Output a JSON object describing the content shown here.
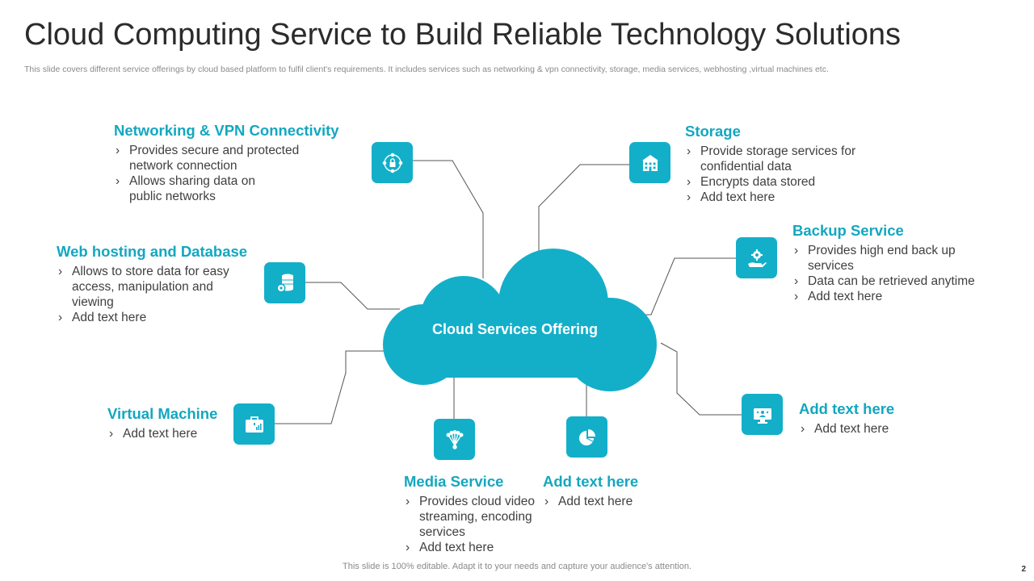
{
  "title": "Cloud Computing Service to Build Reliable Technology Solutions",
  "subtitle": "This slide covers different service offerings by cloud based platform to fulfil client's requirements. It includes services such as networking & vpn connectivity, storage, media services, webhosting ,virtual machines etc.",
  "center_label": "Cloud Services Offering",
  "accent_color": "#13afc9",
  "blocks": {
    "networking": {
      "title": "Networking & VPN Connectivity",
      "icon": "network-lock-icon",
      "items": [
        "Provides secure and protected network connection",
        "Allows sharing data on public networks"
      ]
    },
    "storage": {
      "title": "Storage",
      "icon": "building-icon",
      "items": [
        "Provide storage services for confidential data",
        "Encrypts data stored",
        "Add text here"
      ]
    },
    "backup": {
      "title": "Backup Service",
      "icon": "hand-gear-icon",
      "items": [
        "Provides high end back up services",
        "Data can be retrieved anytime",
        "Add text here"
      ]
    },
    "webhosting": {
      "title": "Web hosting and Database",
      "icon": "database-gear-icon",
      "items": [
        "Allows to store data for easy access, manipulation and viewing",
        "Add text here"
      ]
    },
    "vm": {
      "title": "Virtual Machine",
      "icon": "briefcase-chart-icon",
      "items": [
        "Add text here"
      ]
    },
    "media": {
      "title": "Media Service",
      "icon": "network-nodes-icon",
      "items": [
        "Provides cloud video streaming, encoding services",
        "Add text here"
      ]
    },
    "addtext_bottom": {
      "title": "Add text here",
      "icon": "pie-chart-icon",
      "items": [
        "Add text here"
      ]
    },
    "addtext_right": {
      "title": "Add text here",
      "icon": "monitor-icon",
      "items": [
        "Add text here"
      ]
    }
  },
  "footer": "This slide is 100% editable. Adapt it to your needs and capture your audience's attention.",
  "page_number": "2"
}
